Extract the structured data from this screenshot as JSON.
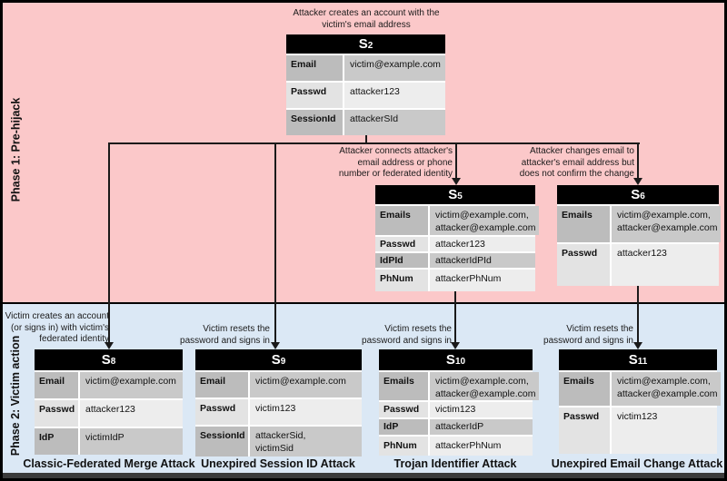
{
  "phases": {
    "phase1_label": "Phase 1: Pre-hijack",
    "phase2_label": "Phase 2: Victim action"
  },
  "captions": {
    "s2": "Attacker creates an account with the\nvictim's email address",
    "s5": "Attacker connects attacker's\nemail address or phone\nnumber or federated identity",
    "s6": "Attacker changes email to\nattacker's email address but\ndoes not confirm the change",
    "s8": "Victim creates an account\n(or signs in) with victim's\nfederated identity",
    "s9": "Victim resets the\npassword and signs in",
    "s10": "Victim resets the\npassword and signs in",
    "s11": "Victim resets the\npassword and signs in"
  },
  "tables": {
    "s2": {
      "title": {
        "base": "S",
        "sub": "2"
      },
      "rows": [
        {
          "label": "Email",
          "value": "victim@example.com"
        },
        {
          "label": "Passwd",
          "value": "attacker123"
        },
        {
          "label": "SessionId",
          "value": "attackerSId"
        }
      ]
    },
    "s5": {
      "title": {
        "base": "S",
        "sub": "5"
      },
      "rows": [
        {
          "label": "Emails",
          "value": "victim@example.com,\nattacker@example.com"
        },
        {
          "label": "Passwd",
          "value": "attacker123"
        },
        {
          "label": "IdPId",
          "value": "attackerIdPId"
        },
        {
          "label": "PhNum",
          "value": "attackerPhNum"
        }
      ]
    },
    "s6": {
      "title": {
        "base": "S",
        "sub": "6"
      },
      "rows": [
        {
          "label": "Emails",
          "value": "victim@example.com,\nattacker@example.com"
        },
        {
          "label": "Passwd",
          "value": "attacker123"
        }
      ]
    },
    "s8": {
      "title": {
        "base": "S",
        "sub": "8"
      },
      "rows": [
        {
          "label": "Email",
          "value": "victim@example.com"
        },
        {
          "label": "Passwd",
          "value": "attacker123"
        },
        {
          "label": "IdP",
          "value": "victimIdP"
        }
      ]
    },
    "s9": {
      "title": {
        "base": "S",
        "sub": "9"
      },
      "rows": [
        {
          "label": "Email",
          "value": "victim@example.com"
        },
        {
          "label": "Passwd",
          "value": "victim123"
        },
        {
          "label": "SessionId",
          "value": "attackerSid,\nvictimSid"
        }
      ]
    },
    "s10": {
      "title": {
        "base": "S",
        "sub": "10"
      },
      "rows": [
        {
          "label": "Emails",
          "value": "victim@example.com,\nattacker@example.com"
        },
        {
          "label": "Passwd",
          "value": "victim123"
        },
        {
          "label": "IdP",
          "value": "attackerIdP"
        },
        {
          "label": "PhNum",
          "value": "attackerPhNum"
        }
      ]
    },
    "s11": {
      "title": {
        "base": "S",
        "sub": "11"
      },
      "rows": [
        {
          "label": "Emails",
          "value": "victim@example.com,\nattacker@example.com"
        },
        {
          "label": "Passwd",
          "value": "victim123"
        }
      ]
    }
  },
  "attack_labels": {
    "s8": "Classic-Federated Merge Attack",
    "s9": "Unexpired Session ID Attack",
    "s10": "Trojan Identifier Attack",
    "s11": "Unexpired Email Change Attack"
  },
  "colors": {
    "phase1_bg": "#fbc8c9",
    "phase2_bg": "#dbe8f5",
    "table_header_bg": "#000000",
    "table_header_text": "#ffffff",
    "row_dark": "#c9c9c9",
    "row_light": "#ededed",
    "border": "#000000",
    "bottom_bar": "#3b3b3b"
  }
}
